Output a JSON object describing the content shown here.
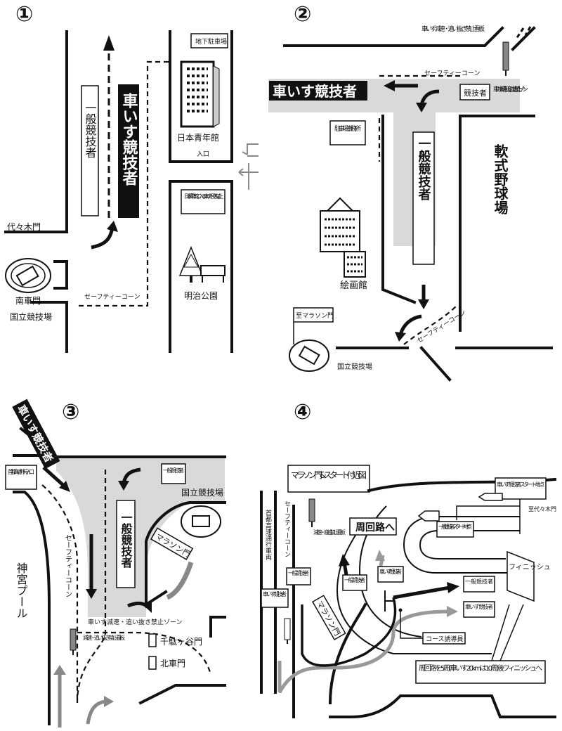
{
  "panel1": {
    "number": "①",
    "wheelchair_label": "車いす競技者",
    "general_label": "一般競技者",
    "underground_parking": "地下駐車場",
    "nihon_seinenkan": "日本青年館",
    "entrance": "入口",
    "no_entry_notice": "日本青年館に入る車以外侵入禁止",
    "yoyogi_gate": "代々木門",
    "south_car_gate": "南車門",
    "national_stadium": "国立競技場",
    "safety_cone": "セーフティーコーン",
    "meiji_park": "明治公園"
  },
  "panel2": {
    "number": "②",
    "sign_top": "車いす減速・追い抜き禁止看板",
    "safety_cone_top": "セーフティーコーン",
    "wheelchair_label": "車いす競技者",
    "athlete": "競技者",
    "slow_zone": "車いす減速・追い抜き禁止ゾーン",
    "parking_office": "駐車場事務所",
    "general_label": "一般競技者",
    "baseball": "軟式野球場",
    "gallery": "絵画館",
    "to_marathon": "至マラソン門",
    "safety_cone_bottom": "セーフティーコーン",
    "national_stadium": "国立競技場"
  },
  "panel3": {
    "number": "③",
    "wheelchair_label": "車いす競技者",
    "expressway_entrance": "首都高速外苑入口",
    "general_box": "一般競技者",
    "general_label": "一般競技者",
    "national_stadium": "国立競技場",
    "marathon_gate": "マラソン門",
    "safety_cone": "セーフティーコーン",
    "jingu_pool": "神宮プール",
    "slow_zone": "車いす減速・追い抜き禁止ゾーン",
    "sign": "減速・追い抜き禁止看板",
    "sendagaya_gate": "千駄ヶ谷門",
    "north_car_gate": "北車門"
  },
  "panel4": {
    "number": "④",
    "title": "マラソン門&スタート付近図",
    "expressway": "首都高速通行車両",
    "safety_cone": "セーフティーコーン",
    "sign": "減速・追越禁止看板",
    "wheelchair_start": "車いす競技者スタート地点",
    "to_yoyogi": "至代々木門",
    "to_loop": "周回路へ",
    "general_start": "一般競技者スタート地点",
    "finish": "フィニッシュ",
    "general_a": "一般競技者",
    "general_b": "一般競技者",
    "general_c": "一般競技者",
    "wheelchair_a": "車いす競技者",
    "wheelchair_b": "車いす競技者",
    "wheelchair_c": "車いす競技者",
    "marathon_gate": "マラソン門",
    "course_guide": "コース誘導員",
    "laps_note": "周回路を5周(車いす20kmは10周)後フィニッシュへ"
  }
}
